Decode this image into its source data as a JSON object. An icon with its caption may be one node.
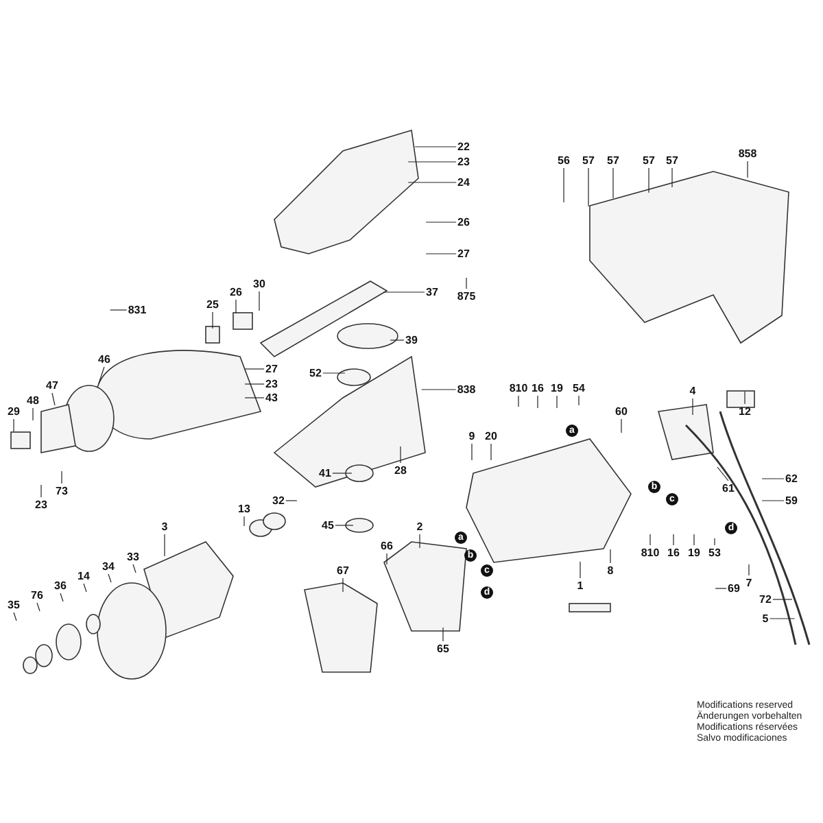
{
  "diagram": {
    "nodes": [
      {
        "text": [
          "22"
        ]
      },
      {
        "text": [
          "23"
        ]
      },
      {
        "text": [
          "24"
        ]
      },
      {
        "text": [
          "26"
        ]
      },
      {
        "text": [
          "27"
        ]
      },
      {
        "text": [
          "875"
        ]
      },
      {
        "text": [
          "37"
        ]
      },
      {
        "text": [
          "39"
        ]
      },
      {
        "text": [
          "838"
        ]
      },
      {
        "text": [
          "30"
        ]
      },
      {
        "text": [
          "26"
        ]
      },
      {
        "text": [
          "25"
        ]
      },
      {
        "text": [
          "831"
        ]
      },
      {
        "text": [
          "46"
        ]
      },
      {
        "text": [
          "47"
        ]
      },
      {
        "text": [
          "48"
        ]
      },
      {
        "text": [
          "29"
        ]
      },
      {
        "text": [
          "27"
        ]
      },
      {
        "text": [
          "23"
        ]
      },
      {
        "text": [
          "43"
        ]
      },
      {
        "text": [
          "23"
        ]
      },
      {
        "text": [
          "73"
        ]
      },
      {
        "text": [
          "52"
        ]
      },
      {
        "text": [
          "41"
        ]
      },
      {
        "text": [
          "28"
        ]
      },
      {
        "text": [
          "45"
        ]
      },
      {
        "text": [
          "56"
        ]
      },
      {
        "text": [
          "57"
        ]
      },
      {
        "text": [
          "57"
        ]
      },
      {
        "text": [
          "57"
        ]
      },
      {
        "text": [
          "57"
        ]
      },
      {
        "text": [
          "858"
        ]
      },
      {
        "text": [
          "810"
        ]
      },
      {
        "text": [
          "16"
        ]
      },
      {
        "text": [
          "19"
        ]
      },
      {
        "text": [
          "54"
        ]
      },
      {
        "text": [
          "60"
        ]
      },
      {
        "text": [
          "4"
        ]
      },
      {
        "text": [
          "12"
        ]
      },
      {
        "text": [
          "9"
        ]
      },
      {
        "text": [
          "20"
        ]
      },
      {
        "text": [
          "61"
        ]
      },
      {
        "text": [
          "62"
        ]
      },
      {
        "text": [
          "59"
        ]
      },
      {
        "text": [
          "810"
        ]
      },
      {
        "text": [
          "16"
        ]
      },
      {
        "text": [
          "19"
        ]
      },
      {
        "text": [
          "53"
        ]
      },
      {
        "text": [
          "69"
        ]
      },
      {
        "text": [
          "7"
        ]
      },
      {
        "text": [
          "72"
        ]
      },
      {
        "text": [
          "5"
        ]
      },
      {
        "text": [
          "8"
        ]
      },
      {
        "text": [
          "1"
        ]
      },
      {
        "text": [
          "2"
        ]
      },
      {
        "text": [
          "65"
        ]
      },
      {
        "text": [
          "66"
        ]
      },
      {
        "text": [
          "67"
        ]
      },
      {
        "text": [
          "3"
        ]
      },
      {
        "text": [
          "13"
        ]
      },
      {
        "text": [
          "32"
        ]
      },
      {
        "text": [
          "33"
        ]
      },
      {
        "text": [
          "34"
        ]
      },
      {
        "text": [
          "14"
        ]
      },
      {
        "text": [
          "36"
        ]
      },
      {
        "text": [
          "76"
        ]
      },
      {
        "text": [
          "35"
        ]
      }
    ],
    "edges": [
      {
        "from": 0,
        "to": null,
        "arrow": "none"
      },
      {
        "from": 1,
        "to": null,
        "arrow": "none"
      },
      {
        "from": 2,
        "to": null,
        "arrow": "none"
      },
      {
        "from": 3,
        "to": null,
        "arrow": "none"
      },
      {
        "from": 4,
        "to": null,
        "arrow": "none"
      },
      {
        "from": 5,
        "to": null,
        "arrow": "none"
      },
      {
        "from": 6,
        "to": null,
        "arrow": "none"
      },
      {
        "from": 7,
        "to": null,
        "arrow": "none"
      },
      {
        "from": 8,
        "to": null,
        "arrow": "none"
      },
      {
        "from": 9,
        "to": null,
        "arrow": "none"
      },
      {
        "from": 10,
        "to": null,
        "arrow": "none"
      },
      {
        "from": 11,
        "to": null,
        "arrow": "none"
      },
      {
        "from": 12,
        "to": null,
        "arrow": "none"
      },
      {
        "from": 13,
        "to": null,
        "arrow": "none"
      },
      {
        "from": 14,
        "to": null,
        "arrow": "none"
      },
      {
        "from": 15,
        "to": null,
        "arrow": "none"
      },
      {
        "from": 16,
        "to": null,
        "arrow": "none"
      },
      {
        "from": 17,
        "to": null,
        "arrow": "none"
      },
      {
        "from": 18,
        "to": null,
        "arrow": "none"
      },
      {
        "from": 19,
        "to": null,
        "arrow": "none"
      },
      {
        "from": 20,
        "to": null,
        "arrow": "none"
      },
      {
        "from": 21,
        "to": null,
        "arrow": "none"
      },
      {
        "from": 22,
        "to": null,
        "arrow": "none"
      },
      {
        "from": 23,
        "to": null,
        "arrow": "none"
      },
      {
        "from": 24,
        "to": null,
        "arrow": "none"
      },
      {
        "from": 25,
        "to": null,
        "arrow": "none"
      },
      {
        "from": 26,
        "to": null,
        "arrow": "none"
      },
      {
        "from": 27,
        "to": null,
        "arrow": "none"
      },
      {
        "from": 28,
        "to": null,
        "arrow": "none"
      },
      {
        "from": 29,
        "to": null,
        "arrow": "none"
      },
      {
        "from": 30,
        "to": null,
        "arrow": "none"
      },
      {
        "from": 31,
        "to": null,
        "arrow": "none"
      },
      {
        "from": 32,
        "to": null,
        "arrow": "none"
      },
      {
        "from": 33,
        "to": null,
        "arrow": "none"
      },
      {
        "from": 34,
        "to": null,
        "arrow": "none"
      },
      {
        "from": 35,
        "to": null,
        "arrow": "none"
      },
      {
        "from": 36,
        "to": null,
        "arrow": "none"
      },
      {
        "from": 37,
        "to": null,
        "arrow": "none"
      },
      {
        "from": 38,
        "to": null,
        "arrow": "none"
      },
      {
        "from": 39,
        "to": null,
        "arrow": "none"
      },
      {
        "from": 40,
        "to": null,
        "arrow": "none"
      },
      {
        "from": 41,
        "to": null,
        "arrow": "none"
      },
      {
        "from": 42,
        "to": null,
        "arrow": "none"
      },
      {
        "from": 43,
        "to": null,
        "arrow": "none"
      },
      {
        "from": 44,
        "to": null,
        "arrow": "none"
      },
      {
        "from": 45,
        "to": null,
        "arrow": "none"
      },
      {
        "from": 46,
        "to": null,
        "arrow": "none"
      },
      {
        "from": 47,
        "to": null,
        "arrow": "none"
      },
      {
        "from": 48,
        "to": null,
        "arrow": "none"
      },
      {
        "from": 49,
        "to": null,
        "arrow": "none"
      },
      {
        "from": 50,
        "to": null,
        "arrow": "none"
      },
      {
        "from": 51,
        "to": null,
        "arrow": "none"
      },
      {
        "from": 52,
        "to": null,
        "arrow": "none"
      },
      {
        "from": 53,
        "to": null,
        "arrow": "none"
      },
      {
        "from": 54,
        "to": null,
        "arrow": "none"
      },
      {
        "from": 55,
        "to": null,
        "arrow": "none"
      },
      {
        "from": 56,
        "to": null,
        "arrow": "none"
      },
      {
        "from": 57,
        "to": null,
        "arrow": "none"
      },
      {
        "from": 58,
        "to": null,
        "arrow": "none"
      },
      {
        "from": 59,
        "to": null,
        "arrow": "none"
      },
      {
        "from": 60,
        "to": null,
        "arrow": "none"
      },
      {
        "from": 61,
        "to": null,
        "arrow": "none"
      },
      {
        "from": 62,
        "to": null,
        "arrow": "none"
      },
      {
        "from": 63,
        "to": null,
        "arrow": "none"
      },
      {
        "from": 64,
        "to": null,
        "arrow": "none"
      },
      {
        "from": 65,
        "to": null,
        "arrow": "none"
      },
      {
        "from": 66,
        "to": null,
        "arrow": "none"
      }
    ],
    "labels": [
      "a",
      "b",
      "c",
      "d",
      "a",
      "b",
      "c",
      "d",
      "Modifications reserved",
      "Änderungen vorbehalten",
      "Modifications réservées",
      "Salvo modificaciones"
    ]
  }
}
